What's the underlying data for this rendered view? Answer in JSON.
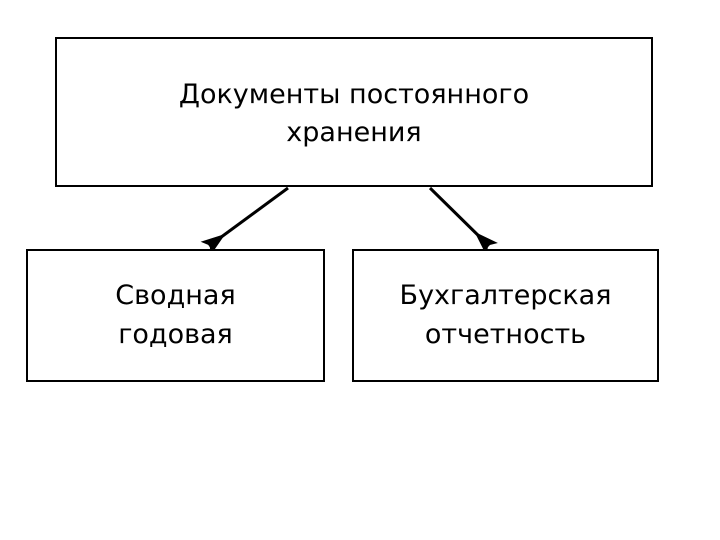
{
  "diagram": {
    "title": "Документы постоянного хранения",
    "background_color": "#ffffff",
    "line_color": "#000000",
    "text_color": "#000000",
    "nodes": [
      {
        "id": "root",
        "label": "Документы постоянного\nхранения",
        "line1": "Документы постоянного",
        "line2": "хранения"
      },
      {
        "id": "left",
        "label": "Сводная\nгодовая",
        "line1": "Сводная",
        "line2": "годовая"
      },
      {
        "id": "right",
        "label": "Бухгалтерская\nотчетность",
        "line1": "Бухгалтерская",
        "line2": "отчетность"
      }
    ],
    "edges": [
      {
        "id": "root-to-left",
        "from": "root",
        "to": "left",
        "label": ""
      },
      {
        "id": "root-to-right",
        "from": "root",
        "to": "right",
        "label": ""
      }
    ]
  }
}
